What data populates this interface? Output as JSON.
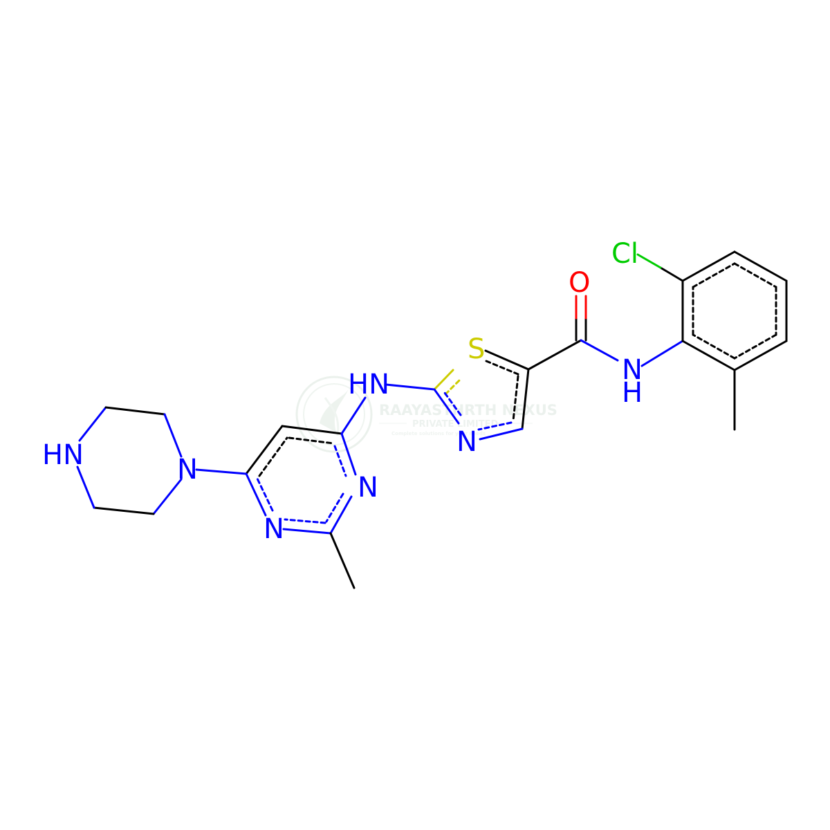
{
  "diagram": {
    "type": "structural-formula",
    "colors": {
      "carbon": "#000000",
      "nitrogen": "#0000ff",
      "oxygen": "#ff0000",
      "sulfur": "#cccc00",
      "chlorine": "#00cc00",
      "watermark": "#d9e4dc"
    },
    "labels": {
      "chlorine": "Cl",
      "oxygen": "O",
      "sulfur": "S",
      "amide_n": "N",
      "amide_h": "H",
      "thiazole_n": "N",
      "amine_nh": "HN",
      "pyrimidine_n1": "N",
      "pyrimidine_n2": "N",
      "piperazine_n": "N",
      "piperazine_nh": "HN"
    }
  },
  "watermark": {
    "logo_icon": "leaf-ribbon-icon",
    "company": "RAAYASTHRTH NEXUS",
    "subtitle": "PRIVATE LIMITED",
    "tagline": "Complete solutions for your needs"
  }
}
